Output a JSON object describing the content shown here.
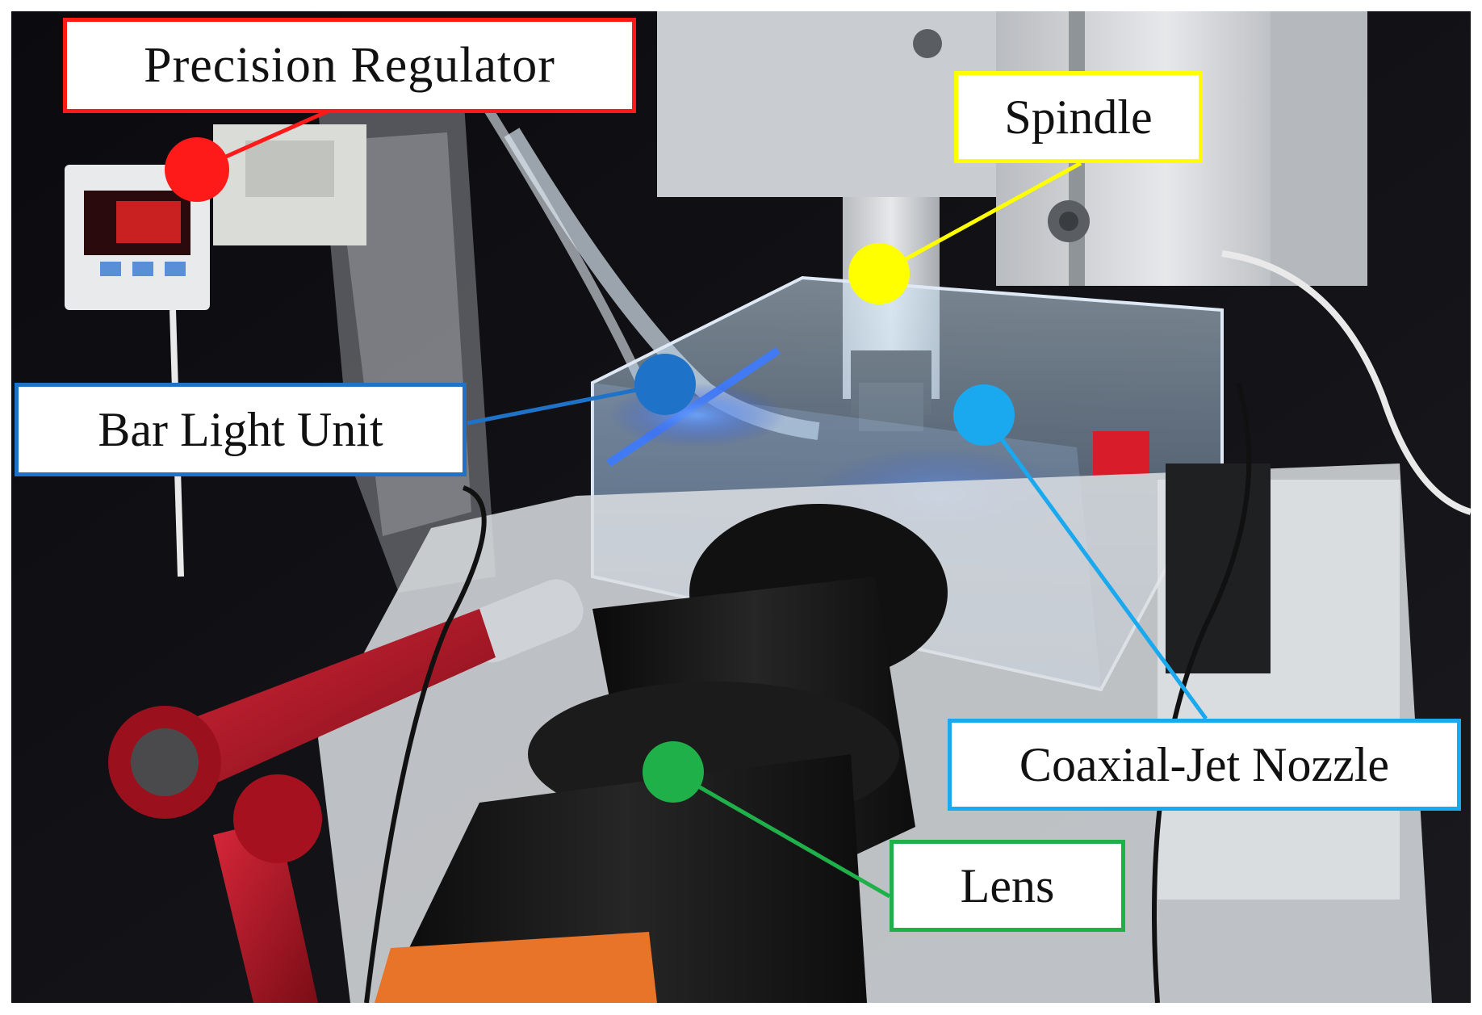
{
  "labels": {
    "precision_regulator": "Precision Regulator",
    "spindle": "Spindle",
    "bar_light_unit": "Bar Light Unit",
    "coaxial_jet_nozzle": "Coaxial-Jet Nozzle",
    "lens": "Lens"
  },
  "colors": {
    "precision_regulator": "#ff1a1a",
    "spindle": "#ffff00",
    "bar_light_unit": "#1e73c8",
    "coaxial_jet_nozzle": "#1aa8ee",
    "lens": "#20b04a"
  }
}
